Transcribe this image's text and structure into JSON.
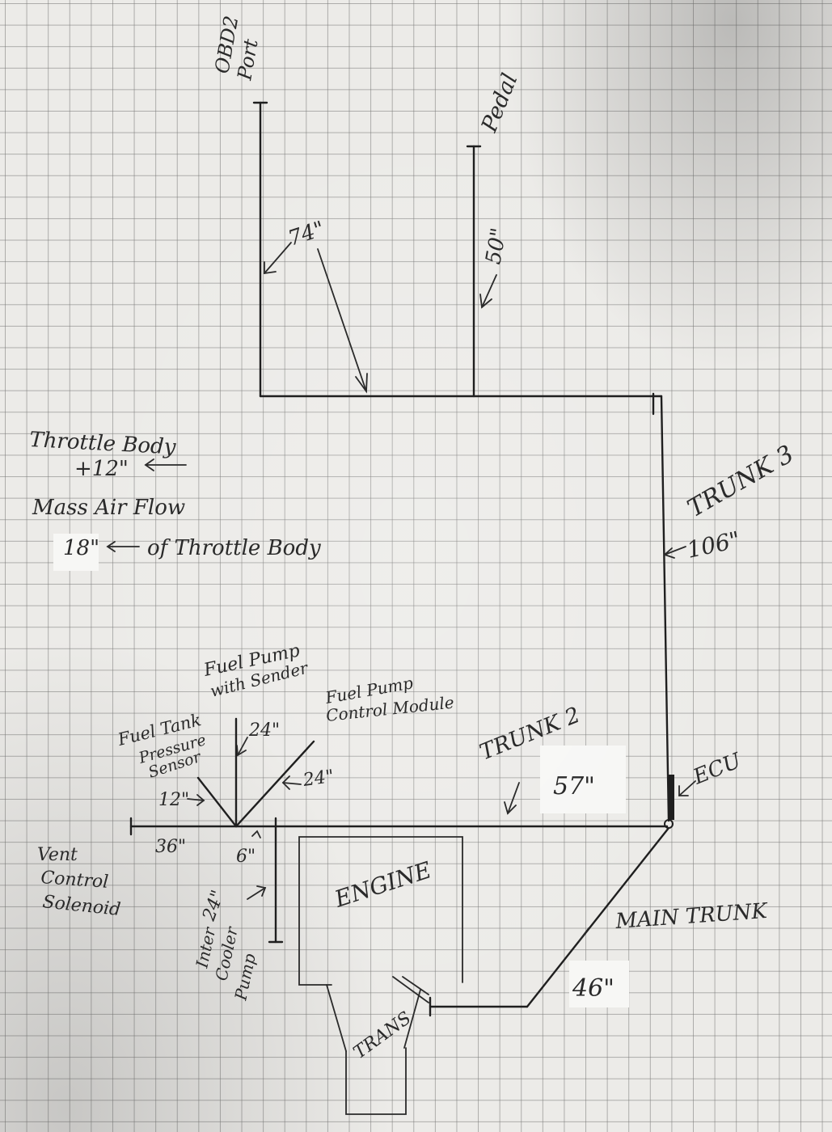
{
  "labels": {
    "obd2_port_1": "OBD2",
    "obd2_port_2": "Port",
    "pedal": "Pedal",
    "len_74": "74\"",
    "len_50": "50\"",
    "throttle_body": "Throttle Body",
    "throttle_offset": "+12\"",
    "mass_air_flow": "Mass Air Flow",
    "maf_len": "18\"",
    "maf_desc": "of Throttle Body",
    "trunk3": "TRUNK 3",
    "trunk3_len": "106\"",
    "fuel_pump_sender_1": "Fuel Pump",
    "fuel_pump_sender_2": "with Sender",
    "fuel_pump_module_1": "Fuel Pump",
    "fuel_pump_module_2": "Control Module",
    "fuel_tank_1": "Fuel Tank",
    "fuel_tank_2": "Pressure",
    "fuel_tank_3": "Sensor",
    "len_24_up": "24\"",
    "len_24_diag": "24\"",
    "len_12": "12\"",
    "trunk2": "TRUNK 2",
    "trunk2_len": "57\"",
    "ecu": "ECU",
    "vent_1": "Vent",
    "vent_2": "Control",
    "vent_3": "Solenoid",
    "len_36": "36\"",
    "len_6": "6\"",
    "len_24_down": "24\"",
    "intercooler_1": "Inter",
    "intercooler_2": "Cooler",
    "intercooler_3": "Pump",
    "engine": "ENGINE",
    "trans": "TRANS",
    "main_trunk": "MAIN TRUNK",
    "main_trunk_len": "46\""
  },
  "colors": {
    "ink": "#1f1f1f",
    "paper": "#ecebe8",
    "grid": "#8a8a88"
  }
}
